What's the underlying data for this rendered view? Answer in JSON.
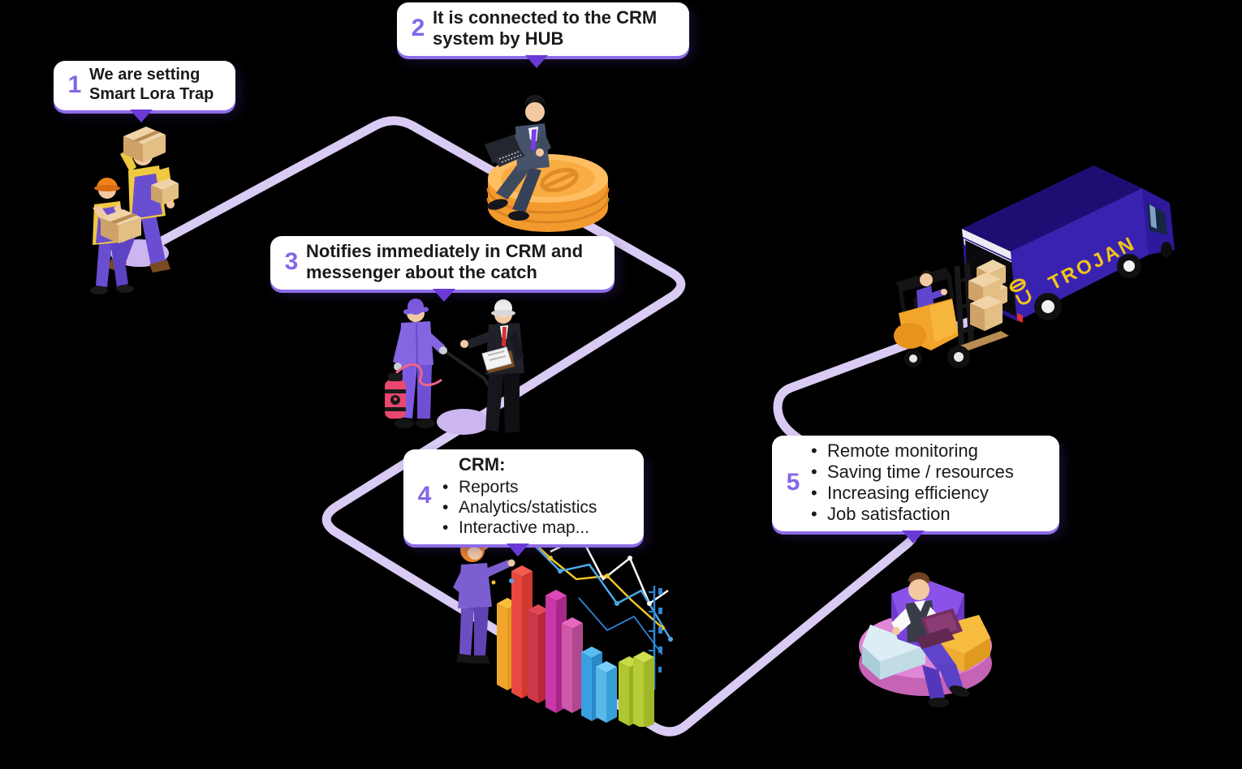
{
  "steps": [
    {
      "number": "1",
      "text": "We are setting Smart Lora Trap"
    },
    {
      "number": "2",
      "text": "It is connected to the CRM system by HUB"
    },
    {
      "number": "3",
      "text": "Notifies immediately in CRM and messenger about the catch"
    },
    {
      "number": "4",
      "heading": "CRM:",
      "bullets": [
        "Reports",
        "Analytics/statistics",
        "Interactive map..."
      ]
    },
    {
      "number": "5",
      "bullets": [
        "Remote monitoring",
        "Saving time / resources",
        "Increasing efficiency",
        "Job satisfaction"
      ]
    }
  ],
  "truck_brand": "TROJAN",
  "colors": {
    "background": "#000000",
    "path": "#D9CBF4",
    "path_node": "#CBB6EF",
    "callout_bg": "#FFFFFF",
    "callout_text": "#1A1A1A",
    "step_number": "#8566E6",
    "pointer": "#6B3AD6",
    "callout_bottom_edge": "#8D6CE8",
    "coin_orange": "#F9A93C",
    "worker_purple": "#6A4ED2",
    "truck_body": "#3A22B0",
    "brand_yellow": "#F2C518"
  }
}
